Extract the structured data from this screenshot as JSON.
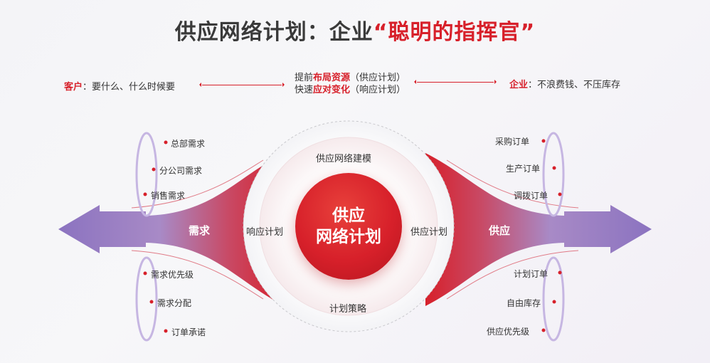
{
  "title": {
    "prefix": "供应网络计划：企业",
    "highlight": "“聪明的指挥官”"
  },
  "top": {
    "customer_label": "客户",
    "customer_text": "：要什么、什么时候要",
    "middle_line1_a": "提前",
    "middle_line1_b": "布局资源",
    "middle_line1_c": "（供应计划）",
    "middle_line2_a": "快速",
    "middle_line2_b": "应对变化",
    "middle_line2_c": "（响应计划）",
    "enterprise_label": "企业",
    "enterprise_text": "：不浪费钱、不压库存"
  },
  "left": {
    "title": "需求",
    "upper": [
      "总部需求",
      "分公司需求",
      "销售需求"
    ],
    "lower": [
      "需求优先级",
      "需求分配",
      "订单承诺"
    ]
  },
  "right": {
    "title": "供应",
    "upper": [
      "采购订单",
      "生产订单",
      "调拨订单"
    ],
    "lower": [
      "计划订单",
      "自由库存",
      "供应优先级"
    ]
  },
  "ring": {
    "top": "供应网络建模",
    "left": "响应计划",
    "right": "供应计划",
    "bottom": "计划策略"
  },
  "core": {
    "line1": "供应",
    "line2": "网络计划"
  },
  "colors": {
    "accent": "#d7202a",
    "purple": "#8b73c0"
  }
}
